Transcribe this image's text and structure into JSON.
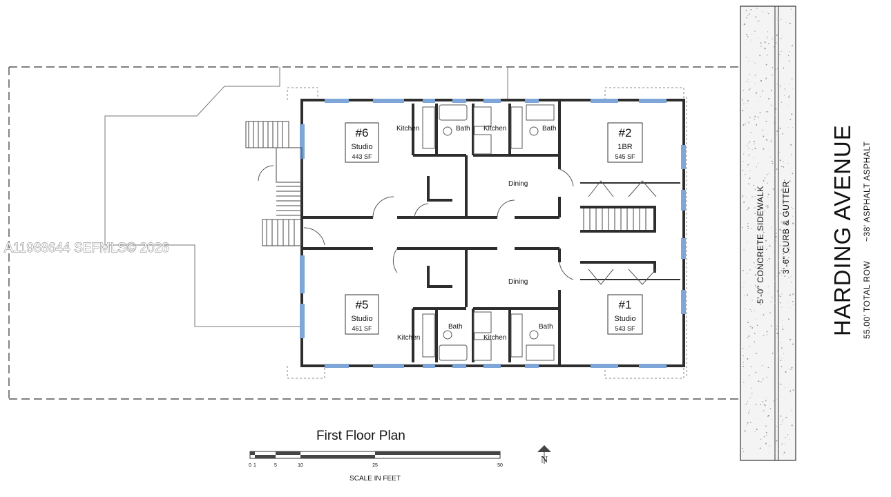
{
  "watermark": "A11988644  SEFMLS© 2026",
  "street": {
    "name": "HARDING AVENUE",
    "row": "55.00' TOTAL ROW",
    "asphalt": "~38' ASPHALT ASPHALT",
    "sidewalk": "5'-0\" CONCRETE SIDEWALK",
    "curb": "3'-6\" CURB & GUTTER"
  },
  "units": [
    {
      "number": "#6",
      "type": "Studio",
      "area": "443 SF"
    },
    {
      "number": "#2",
      "type": "1BR",
      "area": "545 SF"
    },
    {
      "number": "#5",
      "type": "Studio",
      "area": "461 SF"
    },
    {
      "number": "#1",
      "type": "Studio",
      "area": "543 SF"
    }
  ],
  "room_labels": {
    "kitchen": "Kitchen",
    "bath": "Bath",
    "dining": "Dining"
  },
  "plan_title": "First Floor Plan",
  "scale": {
    "caption": "SCALE IN FEET",
    "ticks": [
      "0",
      "1",
      "5",
      "10",
      "25",
      "50"
    ]
  },
  "north": "N",
  "colors": {
    "window_blue": "#7ea6d8",
    "wall_dark": "#2d2d2d"
  }
}
